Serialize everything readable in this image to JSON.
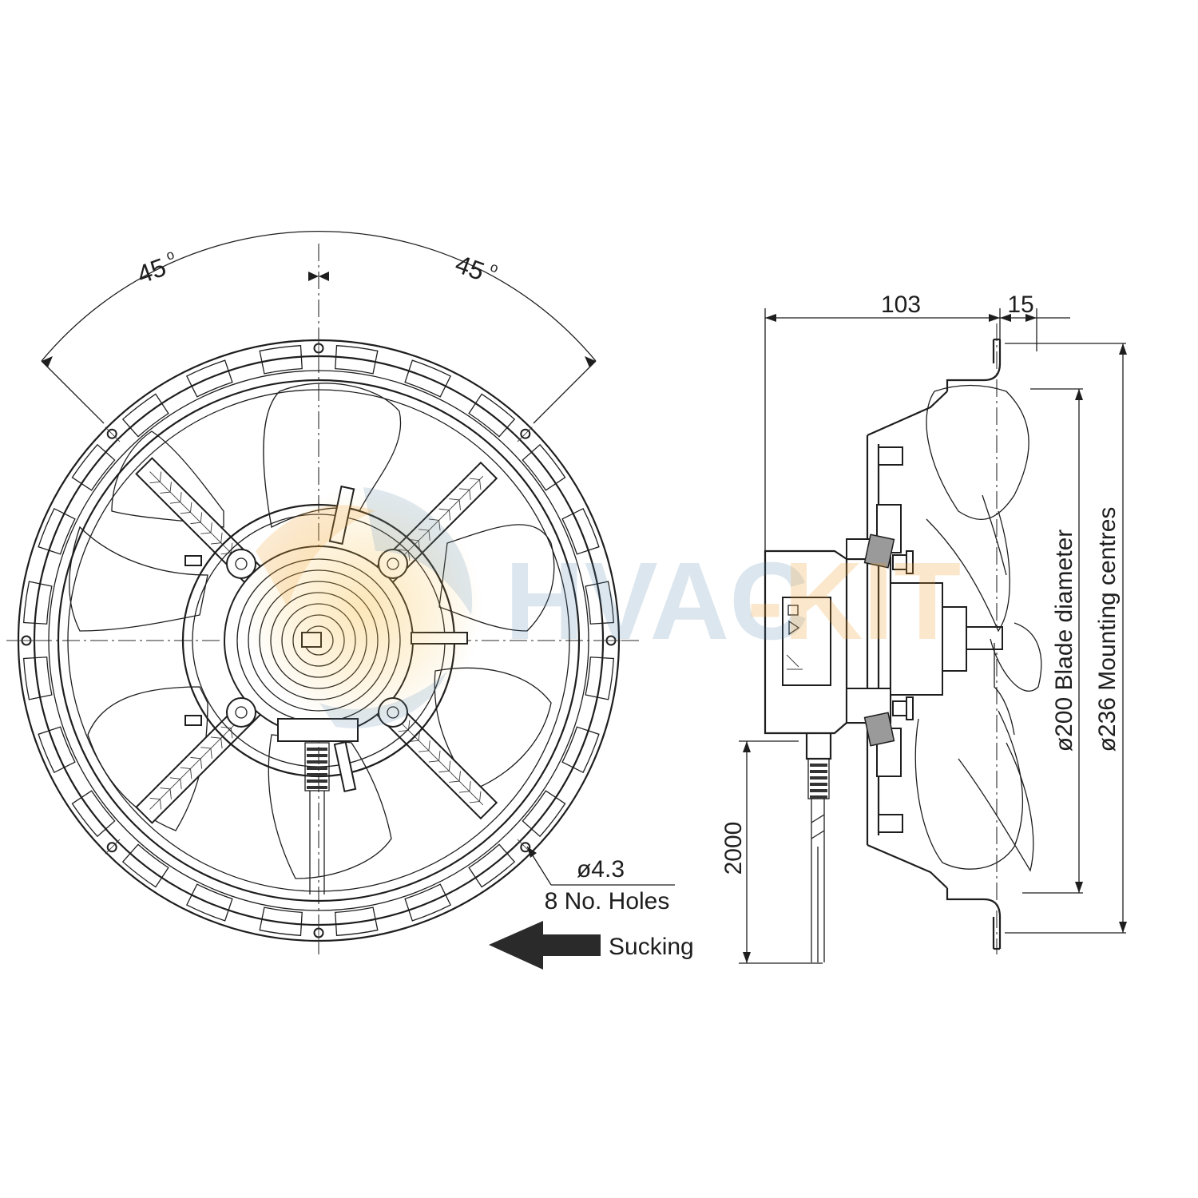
{
  "front_view": {
    "angle_left": "45",
    "angle_right": "45",
    "angle_unit": "o",
    "hole_diameter": "ø4.3",
    "hole_count": "8 No. Holes",
    "airflow_label": "Sucking"
  },
  "side_view": {
    "depth": "103",
    "flange": "15",
    "cable_length": "2000",
    "blade_diameter": "ø200 Blade diameter",
    "mounting_centres": "ø236 Mounting centres"
  },
  "watermark": {
    "part1": "HVAC",
    "part2": "-KIT",
    "color1": "#4b7fa8",
    "color2": "#f0a030"
  }
}
